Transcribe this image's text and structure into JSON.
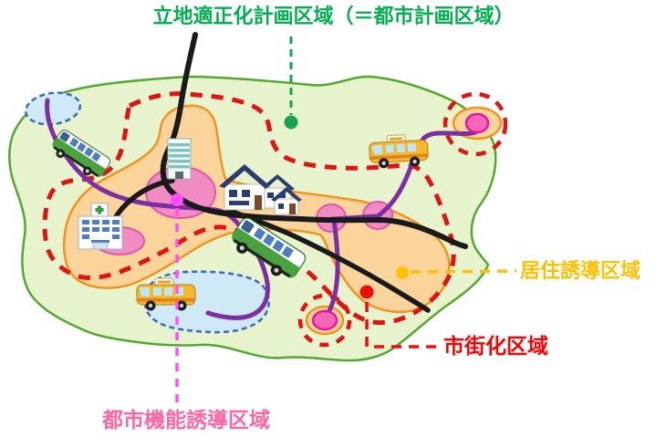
{
  "title": {
    "text": "立地適正化計画区域（＝都市計画区域）"
  },
  "labels": {
    "residential_area": {
      "text": "居住誘導区域"
    },
    "urbanization_area": {
      "text": "市街化区域"
    },
    "urban_function_area": {
      "text": "都市機能誘導区域"
    }
  },
  "colors": {
    "title_green": "#00b050",
    "residential_orange": "#ffc000",
    "urbanization_red": "#ff0000",
    "urban_function_pink": "#ff66a3",
    "planning_area_fill": "#e7f3cd",
    "planning_area_border": "#55a82f",
    "residential_fill": "#fbd49c",
    "residential_border": "#f0941e",
    "urban_function_fill": "#f08cc2",
    "urban_function_border": "#db58ab",
    "urbanization_boundary_red": "#e11414",
    "railway_purple": "#7b2fa0",
    "road_black": "#1a1a1a",
    "water_fill": "#cfe9f7",
    "water_border": "#3a6ab8",
    "marker_magenta": "#ff4dff",
    "marker_green": "#17a34b",
    "marker_yellow": "#ffc002",
    "marker_red": "#f20d0d"
  },
  "map": {
    "icons": [
      "bus-icon-top-left",
      "bus-icon-center",
      "taxi-icon-bottom-left",
      "taxi-icon-top-right",
      "office-building-icon",
      "houses-icon",
      "hospital-icon"
    ],
    "markers": [
      "green-dot-planning-area",
      "magenta-dot-urban-function",
      "yellow-dot-residential",
      "red-dot-urbanization"
    ]
  }
}
